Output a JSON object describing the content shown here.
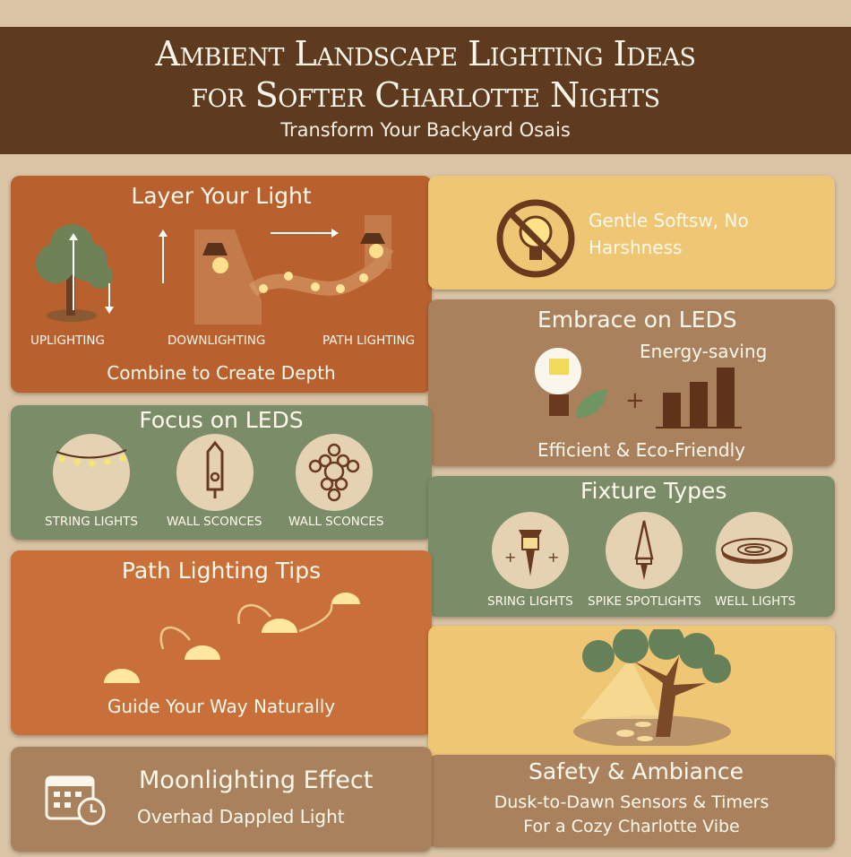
{
  "header": {
    "title_line1": "Ambient Landscape Lighting Ideas",
    "title_line2": "for Softer Charlotte Nights",
    "subtitle": "Transform Your Backyard Osais"
  },
  "layer": {
    "title": "Layer Your Light",
    "labels": [
      "UPLIGHTING",
      "DOWNLIGHTING",
      "PATH LIGHTING"
    ],
    "footer": "Combine to Create Depth"
  },
  "gentle": {
    "line1": "Gentle Softsw, No",
    "line2": "Harshness",
    "icon": "no-harsh-bulb-icon"
  },
  "embrace": {
    "title": "Embrace on LEDS",
    "note": "Energy-saving",
    "footer": "Efficient & Eco-Friendly",
    "plus": "+"
  },
  "focus": {
    "title": "Focus on LEDS",
    "items": [
      "STRING LIGHTS",
      "WALL SCONCES",
      "WALL SCONCES"
    ]
  },
  "fixture": {
    "title": "Fixture Types",
    "items": [
      "SRING LIGHTS",
      "SPIKE SPOTLIGHTS",
      "WELL LIGHTS"
    ]
  },
  "path": {
    "title": "Path Lighting Tips",
    "footer": "Guide Your Way Naturally"
  },
  "moon": {
    "title": "Moonlighting Effect",
    "subtitle": "Overhad Dappled Light",
    "icon": "calendar-clock-icon"
  },
  "safety": {
    "title": "Safety & Ambiance",
    "line1": "Dusk-to-Dawn Sensors & Timers",
    "line2": "For a Cozy Charlotte Vibe"
  },
  "colors": {
    "background": "#d9c4a6",
    "header": "#5e3b1f",
    "orange": "#b9602f",
    "green": "#7b8c69",
    "yellow": "#efc673",
    "tan": "#a9825d",
    "icon_brown": "#6a3a1f"
  }
}
